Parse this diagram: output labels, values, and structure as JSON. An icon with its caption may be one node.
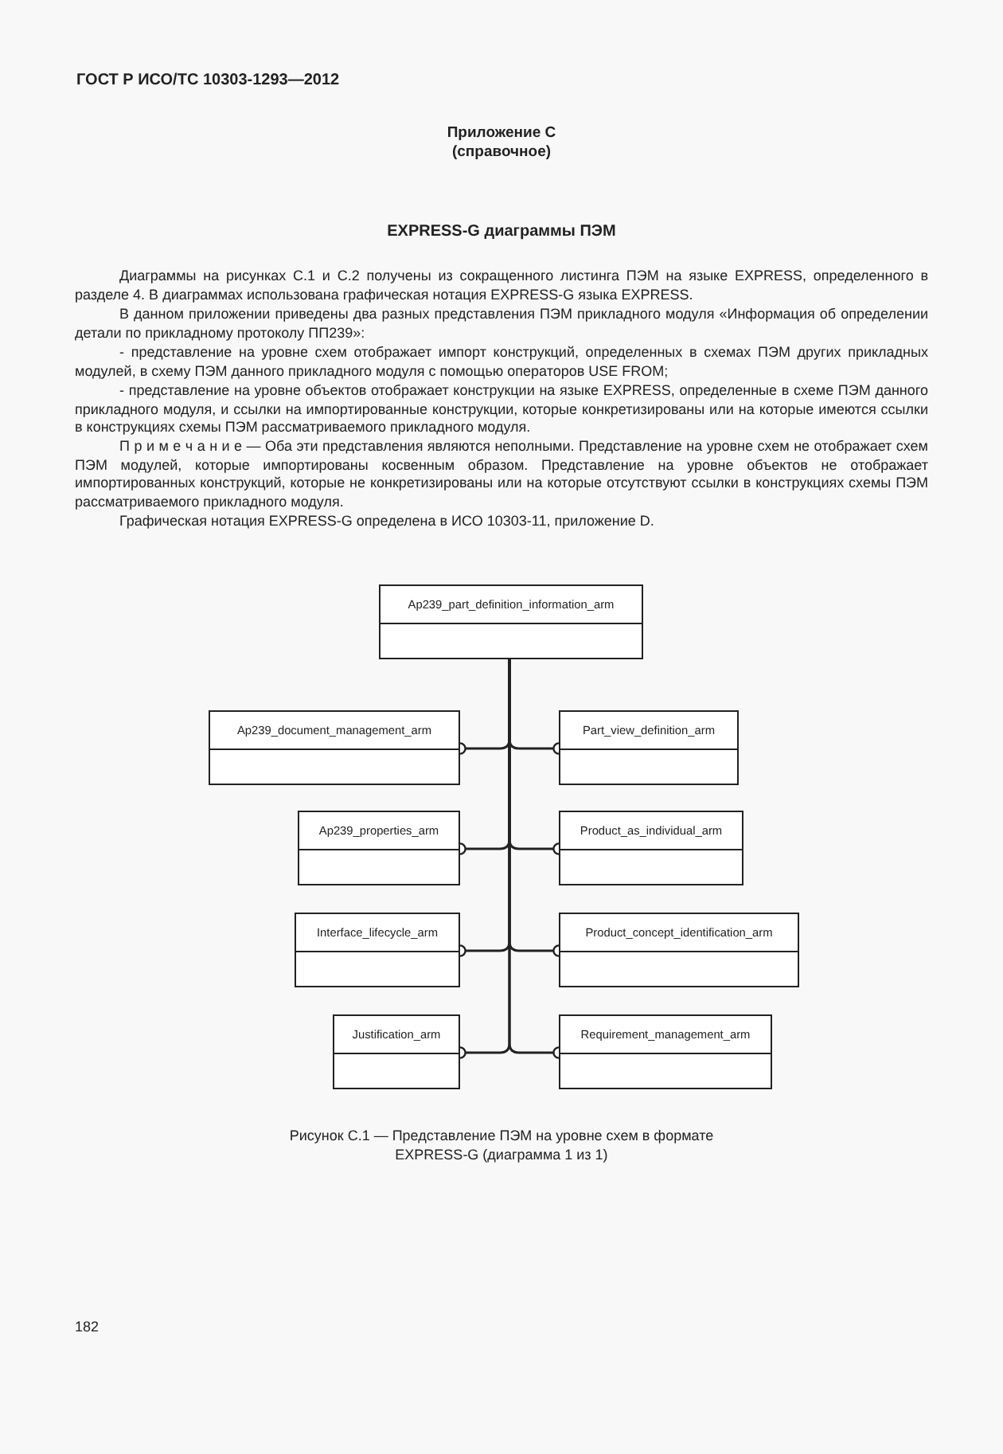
{
  "diagram": {
    "title": "EXPRESS-G диаграммы ПЭМ",
    "caption": "Рисунок С.1 — Представление ПЭМ на уровне схем в формате EXPRESS-G (диаграмма 1 из 1)",
    "nodes": [
      {
        "text": [
          "Ap239_part_definition_information_arm"
        ]
      },
      {
        "text": [
          "Ap239_document_management_arm"
        ]
      },
      {
        "text": [
          "Part_view_definition_arm"
        ]
      },
      {
        "text": [
          "Ap239_properties_arm"
        ]
      },
      {
        "text": [
          "Product_as_individual_arm"
        ]
      },
      {
        "text": [
          "Interface_lifecycle_arm"
        ]
      },
      {
        "text": [
          "Product_concept_identification_arm"
        ]
      },
      {
        "text": [
          "Justification_arm"
        ]
      },
      {
        "text": [
          "Requirement_management_arm"
        ]
      }
    ],
    "edges": [
      {
        "from": 0,
        "to": 1,
        "arrow": "other"
      },
      {
        "from": 0,
        "to": 2,
        "arrow": "other"
      },
      {
        "from": 0,
        "to": 3,
        "arrow": "other"
      },
      {
        "from": 0,
        "to": 4,
        "arrow": "other"
      },
      {
        "from": 0,
        "to": 5,
        "arrow": "other"
      },
      {
        "from": 0,
        "to": 6,
        "arrow": "other"
      },
      {
        "from": 0,
        "to": 7,
        "arrow": "other"
      },
      {
        "from": 0,
        "to": 8,
        "arrow": "other"
      }
    ],
    "labels": [
      "ГОСТ Р ИСО/ТС 10303-1293—2012",
      "Приложение С",
      "(справочное)",
      "Диаграммы на рисунках С.1 и С.2 получены из сокращенного листинга ПЭМ на языке EXPRESS, определенного в разделе 4. В диаграммах использована графическая нотация EXPRESS-G языка EXPRESS.",
      "В данном приложении приведены два разных представления ПЭМ прикладного модуля «Информация об определении детали по прикладному протоколу ПП239»:",
      "- представление на уровне схем отображает импорт конструкций, определенных в схемах ПЭМ других прикладных модулей, в схему ПЭМ данного прикладного модуля с помощью операторов USE FROM;",
      "- представление на уровне объектов отображает конструкции на языке EXPRESS, определенные в схеме ПЭМ данного прикладного модуля, и ссылки на импортированные конструкции, которые конкретизированы или на которые имеются ссылки в конструкциях схемы ПЭМ рассматриваемого прикладного модуля.",
      "П р и м е ч а н и е — Оба эти представления являются неполными. Представление на уровне схем не отображает схем ПЭМ модулей, которые импортированы косвенным образом. Представление на уровне объектов не отображает импортированных конструкций, которые не конкретизированы или на которые отсутствуют ссылки в конструкциях схемы ПЭМ рассматриваемого прикладного модуля.",
      "Графическая нотация EXPRESS-G определена в ИСО 10303-11, приложение D.",
      "182"
    ]
  }
}
